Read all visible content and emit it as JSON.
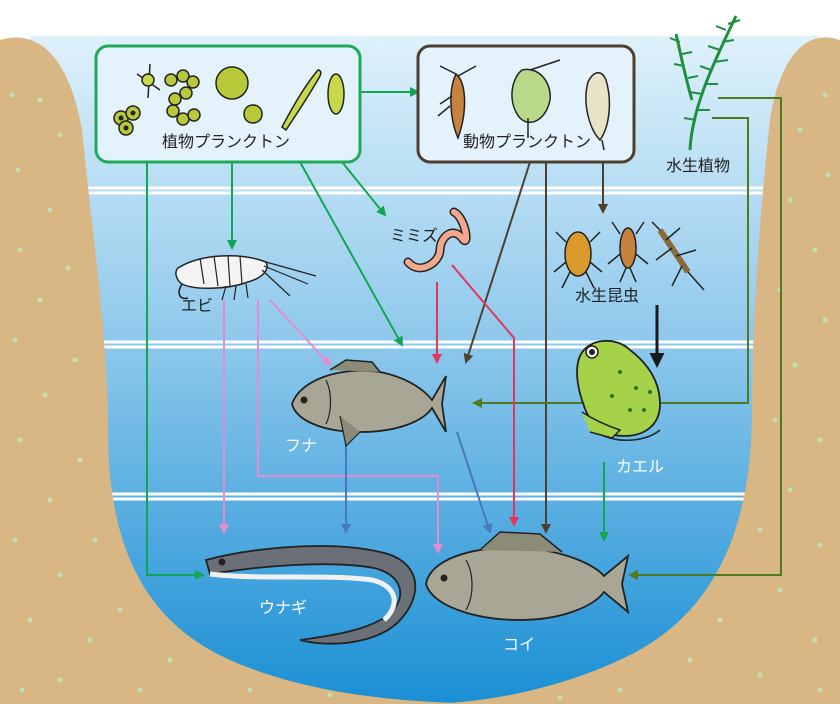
{
  "labels": {
    "phytoplankton": "植物プランクトン",
    "zooplankton": "動物プランクトン",
    "aquatic_plant": "水生植物",
    "earthworm": "ミミズ",
    "shrimp": "エビ",
    "aquatic_insect": "水生昆虫",
    "crucian_carp": "フナ",
    "frog": "カエル",
    "eel": "ウナギ",
    "carp": "コイ"
  },
  "colors": {
    "sky_water_top": "#d9eef9",
    "water_deep": "#1e93d6",
    "bank": "#d9b784",
    "bank_dots": "#bfe0b5",
    "phyto_box": "#1faa59",
    "zoo_box": "#4d4030",
    "arrow_green": "#12a654",
    "arrow_brown": "#4d4030",
    "arrow_olive": "#4f7a1f",
    "arrow_pink": "#e58bcf",
    "arrow_red": "#e6335a",
    "arrow_blue": "#4a78bd",
    "arrow_black": "#1a1a1a"
  }
}
